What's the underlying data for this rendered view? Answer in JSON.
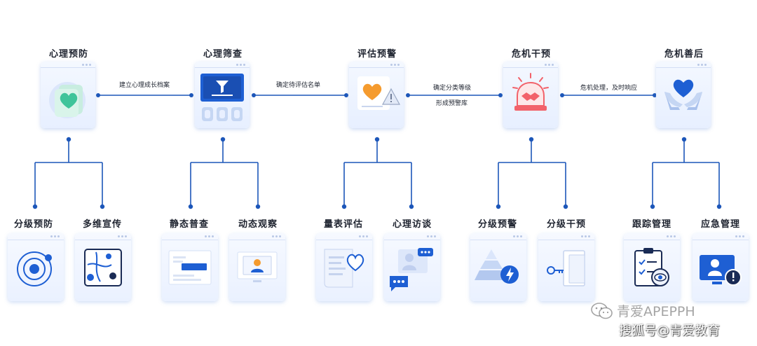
{
  "stages": [
    {
      "title": "心理预防",
      "icon": "heart-shield-icon",
      "children": [
        {
          "title": "分级预防",
          "icon": "orbit-icon"
        },
        {
          "title": "多维宣传",
          "icon": "network-icon"
        }
      ]
    },
    {
      "title": "心理筛查",
      "icon": "funnel-screen-icon",
      "children": [
        {
          "title": "静态普查",
          "icon": "document-form-icon"
        },
        {
          "title": "动态观察",
          "icon": "monitor-person-icon"
        }
      ]
    },
    {
      "title": "评估预警",
      "icon": "heart-warning-icon",
      "children": [
        {
          "title": "量表评估",
          "icon": "scale-heart-icon"
        },
        {
          "title": "心理访谈",
          "icon": "chat-bubbles-icon"
        }
      ]
    },
    {
      "title": "危机干预",
      "icon": "alarm-handshake-icon",
      "children": [
        {
          "title": "分级预警",
          "icon": "pyramid-lightning-icon"
        },
        {
          "title": "分级干预",
          "icon": "key-door-icon"
        }
      ]
    },
    {
      "title": "危机善后",
      "icon": "hands-heart-icon",
      "children": [
        {
          "title": "跟踪管理",
          "icon": "clipboard-eye-icon"
        },
        {
          "title": "应急管理",
          "icon": "person-alert-icon"
        }
      ]
    }
  ],
  "edges": [
    {
      "label": "建立心理成长档案"
    },
    {
      "label": "确定待评估名单"
    },
    {
      "label": "确定分类等级",
      "label2": "形成预警库"
    },
    {
      "label": "危机处理，及时响应"
    }
  ],
  "watermark": {
    "line1": "青爱APEPPH",
    "line2": "搜狐号@青爱教育"
  },
  "colors": {
    "line": "#1c56b9",
    "accent": "#1e5fd3",
    "green": "#3fc49a",
    "orange": "#f59b2e",
    "red": "#f2626a"
  }
}
